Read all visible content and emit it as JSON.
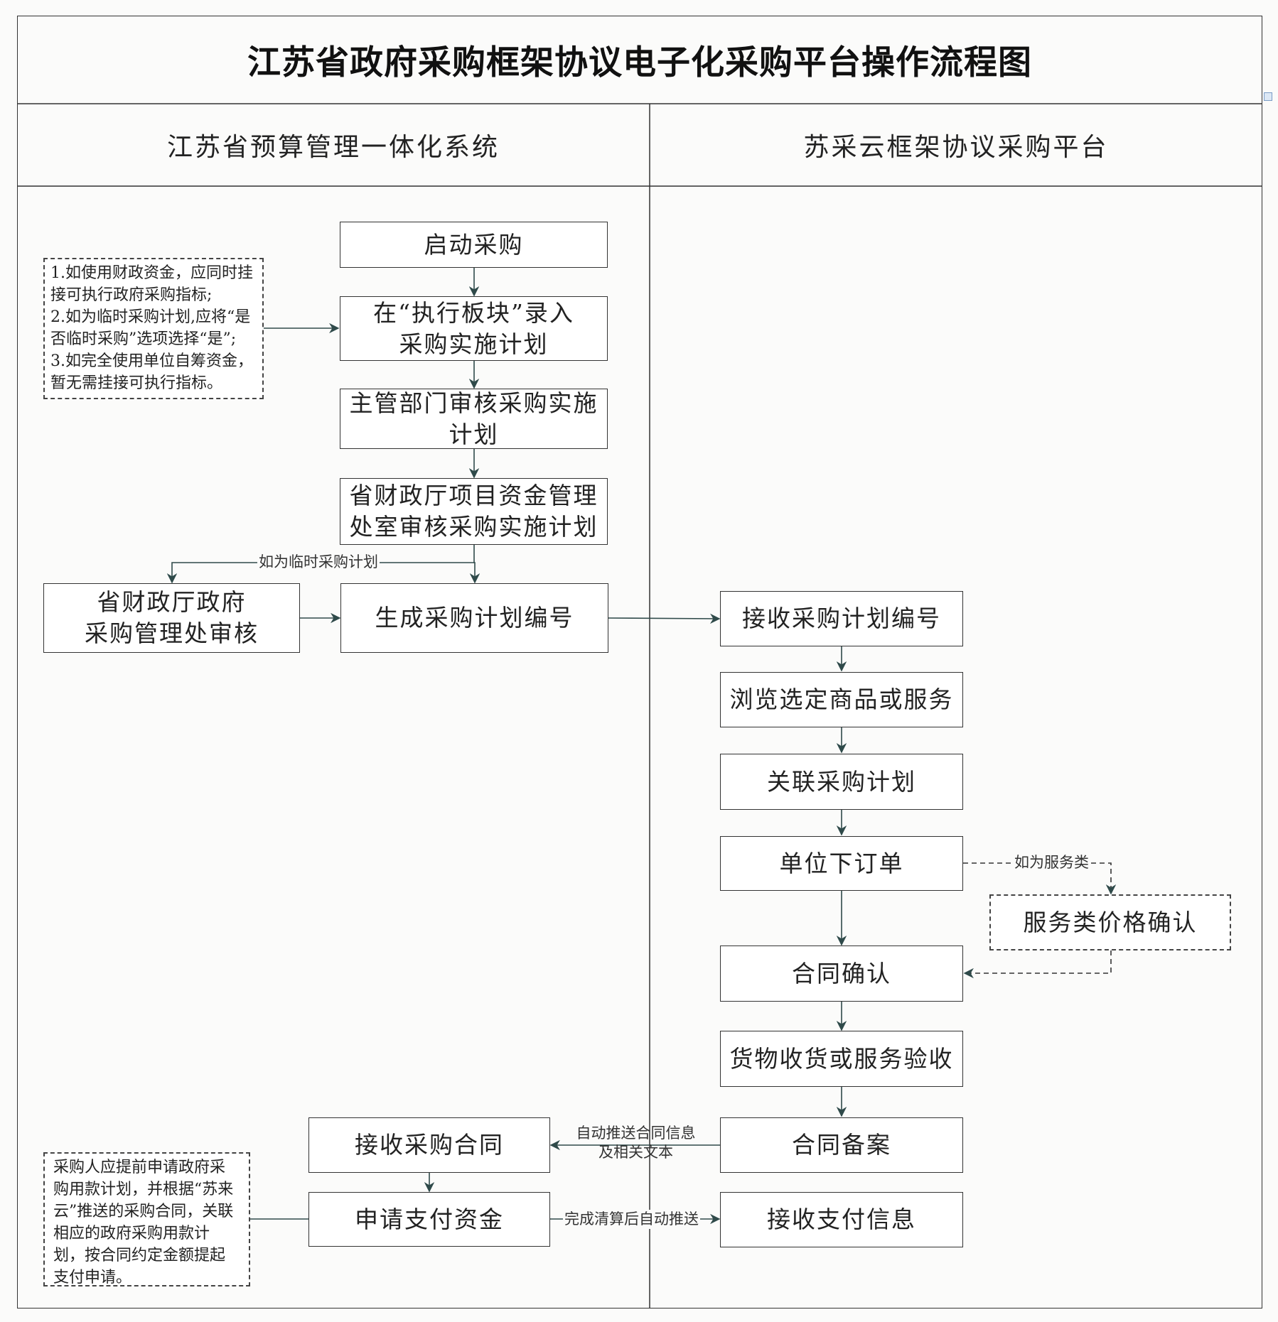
{
  "title": "江苏省政府采购框架协议电子化采购平台操作流程图",
  "lanes": {
    "left": "江苏省预算管理一体化系统",
    "right": "苏采云框架协议采购平台"
  },
  "left_steps": {
    "start": "启动采购",
    "enter_plan": "在“执行板块”录入\n采购实施计划",
    "dept_review": "主管部门审核采购实施\n计划",
    "finance_review": "省财政厅项目资金管理\n处室审核采购实施计划",
    "procurement_review": "省财政厅政府\n采购管理处审核",
    "generate_number": "生成采购计划编号",
    "receive_contract": "接收采购合同",
    "apply_payment": "申请支付资金"
  },
  "right_steps": {
    "receive_number": "接收采购计划编号",
    "browse": "浏览选定商品或服务",
    "link_plan": "关联采购计划",
    "place_order": "单位下订单",
    "service_price": "服务类价格确认",
    "confirm_contract": "合同确认",
    "acceptance": "货物收货或服务验收",
    "contract_filing": "合同备案",
    "receive_payment": "接收支付信息"
  },
  "notes": {
    "enter_plan_note": "1.如使用财政资金，应同时挂\n接可执行政府采购指标;\n2.如为临时采购计划,应将“是\n否临时采购”选项选择“是”;\n3.如完全使用单位自筹资金，\n暂无需挂接可执行指标。",
    "payment_note": "采购人应提前申请政府采\n购用款计划，并根据“苏来\n云”推送的采购合同，关联\n相应的政府采购用款计\n划，按合同约定金额提起\n支付申请。"
  },
  "edge_labels": {
    "temporary_plan": "如为临时采购计划",
    "service_type": "如为服务类",
    "auto_push_contract": "自动推送合同信息\n及相关文本",
    "auto_push_payment": "完成清算后自动推送"
  }
}
